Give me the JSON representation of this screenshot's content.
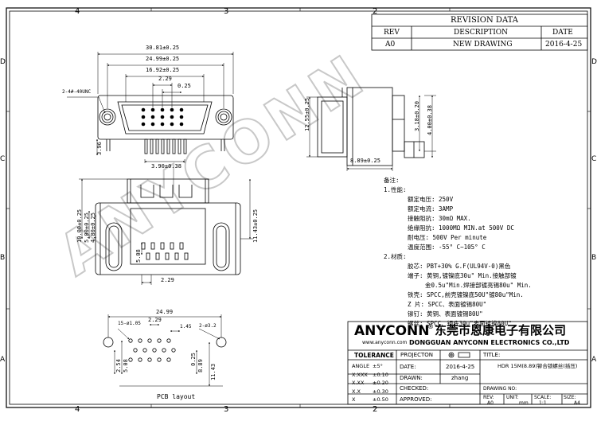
{
  "zones": {
    "top": [
      "4",
      "3",
      "2"
    ],
    "bottom": [
      "4",
      "3",
      "2"
    ],
    "left": [
      "D",
      "C",
      "B",
      "A"
    ],
    "right": [
      "D",
      "C",
      "B",
      "A"
    ]
  },
  "revision": {
    "title": "REVISION DATA",
    "headers": {
      "rev": "REV",
      "description": "DESCRIPTION",
      "date": "DATE"
    },
    "row": {
      "rev": "A0",
      "description": "NEW DRAWING",
      "date": "2016-4-25"
    }
  },
  "dimensions": {
    "overall_width": "30.81±0.25",
    "mount_spacing": "24.99±0.25",
    "row_width": "16.92±0.25",
    "pitch": "2.29",
    "pitch_small": "0.25",
    "thread": "2-4#-40UNC",
    "flange_height": "3.96",
    "pin_length": "3.90±0.38",
    "side_height": "12.55±0.25",
    "side_offset": "3.18±0.20",
    "side_tail": "4.00±0.38",
    "side_depth": "8.89±0.25",
    "body_h1": "10.00±0.25",
    "body_h2": "5.00±0.25",
    "body_h3": "4.80±0.25",
    "body_h4": "11.43±0.25",
    "row_offset": "5.08",
    "bottom_pitch": "2.29",
    "pcb_width": "24.99",
    "pcb_hole_small": "15-ø1.05",
    "pcb_pitch": "2.29",
    "pcb_pitch2": "1.45",
    "pcb_hole_large": "2-ø3.2",
    "pcb_row": "5.08",
    "pcb_row2": "2.54",
    "pcb_offset": "0.25",
    "pcb_offset2": "8.89",
    "pcb_height": "11.43",
    "pcb_caption": "PCB layout"
  },
  "notes": {
    "heading": "备注:",
    "section1": "1.性能:",
    "lines1": [
      "额定电压: 250V",
      "额定电流: 3AMP",
      "接触阻抗: 30mΩ MAX.",
      "绝缘阻抗: 1000MΩ MIN.at 500V DC",
      "耐电压: 500V Per minute",
      "温度范围: -55° C~105° C"
    ],
    "section2": "2.材质:",
    "lines2": [
      "胶芯: PBT+30% G.F(UL94V-0)黑色",
      "端子: 黄铜,镀镍底30u\" Min.接触部镀",
      "金0.5u\"Min.焊接部镀亮锡80u\" Min.",
      "铁壳: SPCC,前壳镀镍底50U\"镀80u\"Min.",
      "Z 片: SPCC、表面镀锡80U\"",
      "铆钉: 黄铜、表面镀锡80U\"",
      "螺丝: SPCC、铜底30u\"表面镀镍80U\""
    ]
  },
  "company": {
    "name": "ANYCONN",
    "name_cn": "东莞市恩康电子有限公司",
    "website": "www.anyconn.com",
    "name_en": "DONGGUAN ANYCONN ELECTRONICS CO.,LTD",
    "watermark": "ANYCONN"
  },
  "tolerance": {
    "title": "TOLERANCE",
    "rows": [
      {
        "label": "ANGLE",
        "value": "±5°"
      },
      {
        "label": "X.XXX",
        "value": "±0.10"
      },
      {
        "label": "X.XX",
        "value": "±0.20"
      },
      {
        "label": "X.X",
        "value": "±0.30"
      },
      {
        "label": "X",
        "value": "±0.50"
      }
    ]
  },
  "titleblock": {
    "projection_label": "PROJECTON",
    "title_label": "TITLE:",
    "title_value": "HDR 15M(8.89)铆合锁螺丝(插压)",
    "date_label": "DATE:",
    "date_value": "2016-4-25",
    "drawn_label": "DRAWN:",
    "drawn_value": "zhang",
    "checked_label": "CHECKED:",
    "approved_label": "APPROVED:",
    "drawing_no_label": "DRAWING NO:",
    "rev_label": "REV:",
    "rev_value": "A0",
    "unit_label": "UNIT:",
    "unit_value": "mm",
    "scale_label": "SCALE:",
    "scale_value": "1:1",
    "size_label": "SIZE:",
    "size_value": "A4"
  }
}
